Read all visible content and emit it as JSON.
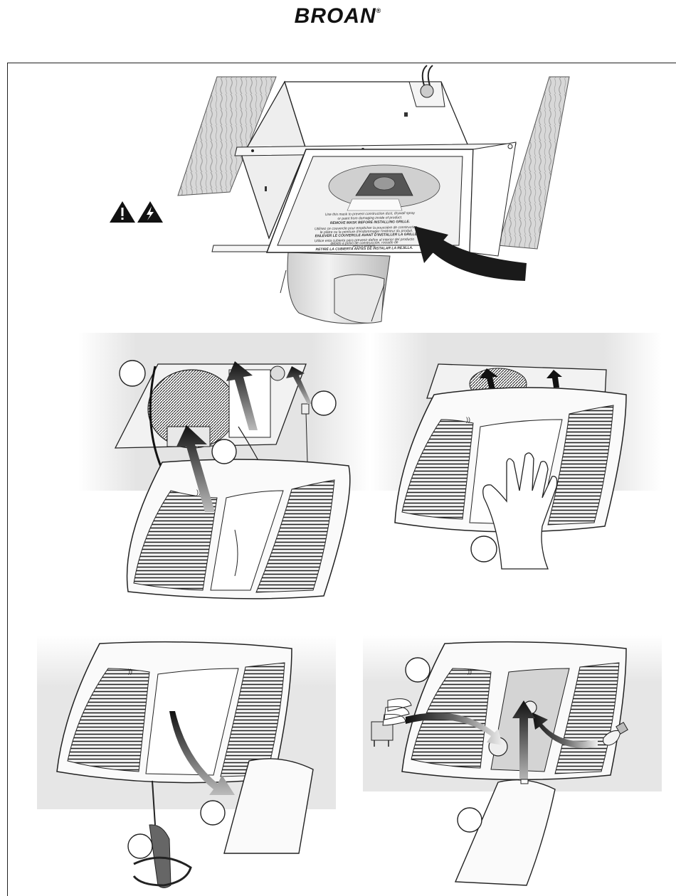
{
  "brand": {
    "name": "BROAN",
    "trademark": "®"
  },
  "mask_label": {
    "en_1": "Use this mask to prevent construction dust, drywall spray",
    "en_2": "or paint from damaging inside of product.",
    "en_3": "REMOVE MASK BEFORE INSTALLING GRILLE.",
    "fr_1": "Utilisez ce couvercle pour empêcher la poussière de construction,",
    "fr_2": "le plâtre ou la peinture d'endommager l'intérieur du produit.",
    "fr_3": "ENLEVER LE COUVERCLE AVANT D'INSTALLER LA GRILLE.",
    "es_1": "Utilice esta cubierta para prevenir daños al interior del producto",
    "es_2": "debido a polvo de construcción, rociado de",
    "es_3": "yeso o pintura.",
    "es_4": "RETIRE LA CUBIERTA ANTES DE INSTALAR LA REJILLA."
  },
  "warning_icons": [
    "caution-exclamation-icon",
    "electrical-shock-icon"
  ],
  "colors": {
    "ink": "#111111",
    "panel_gray": "#e6e6e6",
    "arrow_dark": "#1a1a1a",
    "wood": "#cccccc"
  }
}
